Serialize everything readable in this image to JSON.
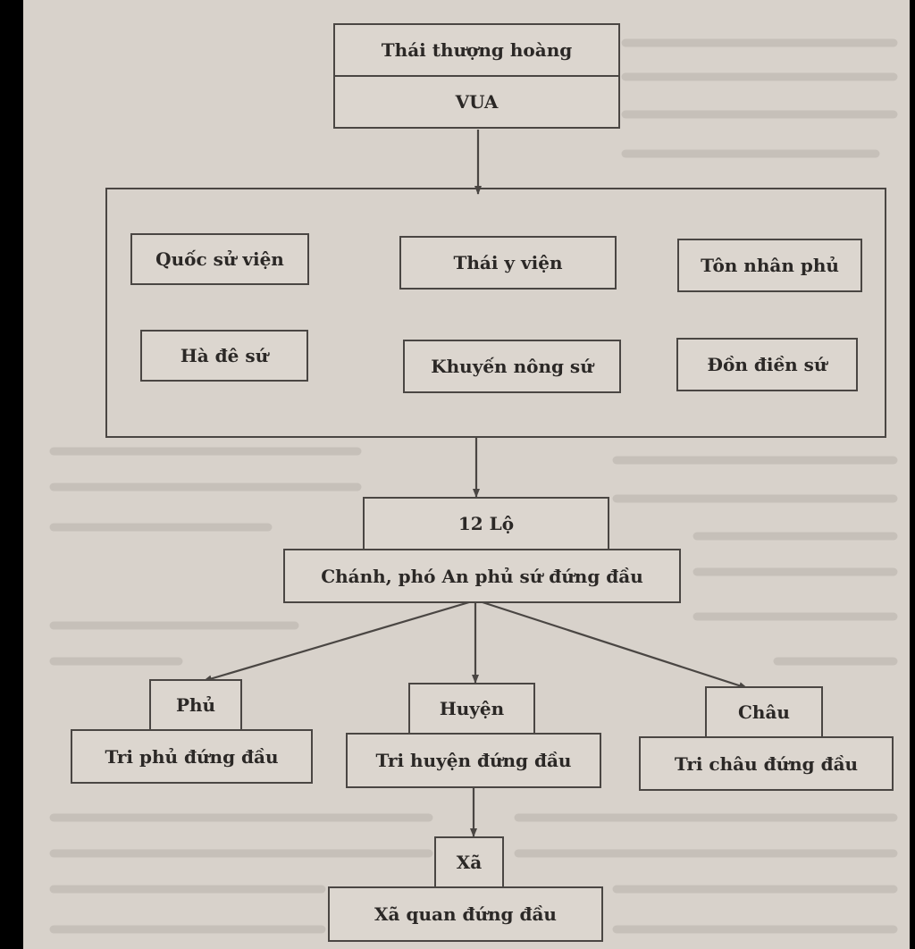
{
  "diagram": {
    "top": {
      "upper": "Thái thượng hoàng",
      "lower": "VUA"
    },
    "central_offices": [
      "Quốc sử viện",
      "Thái y viện",
      "Tôn nhân phủ",
      "Hà đê sứ",
      "Khuyến nông sứ",
      "Đồn điền sứ"
    ],
    "lo": {
      "label": "12 Lộ",
      "head": "Chánh, phó An phủ sứ đứng đầu"
    },
    "phu": {
      "label": "Phủ",
      "head": "Tri phủ đứng đầu"
    },
    "huyen": {
      "label": "Huyện",
      "head": "Tri huyện đứng đầu"
    },
    "chau": {
      "label": "Châu",
      "head": "Tri châu đứng đầu"
    },
    "xa": {
      "label": "Xã",
      "head": "Xã quan đứng đầu"
    }
  },
  "colors": {
    "paper": "#d8d2cb",
    "box_fill": "#dcd6cf",
    "line": "#4a4643",
    "text": "#2b2826"
  }
}
